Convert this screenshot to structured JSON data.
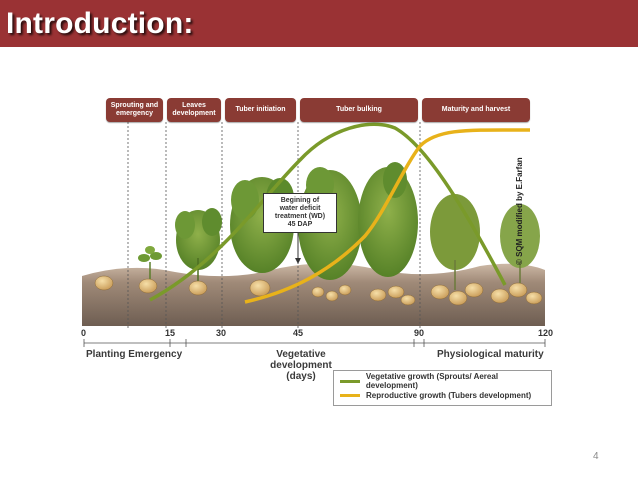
{
  "slide": {
    "title": "Introduction:",
    "page_number": "4"
  },
  "stages": [
    {
      "label": "Sprouting and emergency"
    },
    {
      "label": "Leaves development"
    },
    {
      "label": "Tuber initiation"
    },
    {
      "label": "Tuber bulking"
    },
    {
      "label": "Maturity and harvest"
    }
  ],
  "timeline": {
    "ticks": [
      "0",
      "15",
      "30",
      "45",
      "90",
      "120"
    ],
    "phases": {
      "planting_emergency": "Planting Emergency",
      "vegetative": "Vegetative development",
      "days": "(days)",
      "physiological": "Physiological maturity"
    }
  },
  "annotation": {
    "line1": "Begining of",
    "line2": "water deficit",
    "line3": "treatment (WD)",
    "line4": "45 DAP"
  },
  "legend": {
    "vegetative": "Vegetative growth (Sprouts/ Aereal development)",
    "reproductive": "Reproductive growth (Tubers development)"
  },
  "credit": "© SQM modified by E.Farfan",
  "colors": {
    "title_bar": "#9a3234",
    "stage_box": "#8a3b34",
    "vegetative_curve": "#7a9a2a",
    "reproductive_curve": "#e8b21a",
    "soil": "#b89f8a",
    "soil_dark": "#8c7868"
  }
}
